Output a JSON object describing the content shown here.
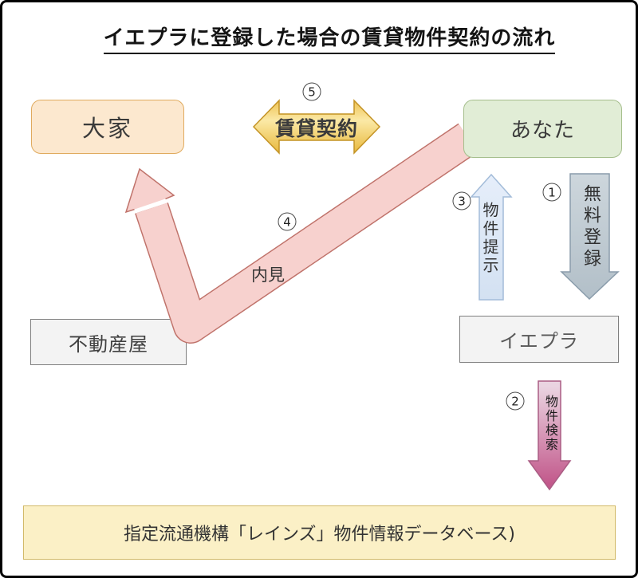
{
  "title": "イエプラに登録した場合の賃貸物件契約の流れ",
  "nodes": {
    "landlord": "大家",
    "you": "あなた",
    "realtor": "不動産屋",
    "iepla": "イエプラ",
    "database": "指定流通機構「レインズ」物件情報データベース)"
  },
  "steps": {
    "free_registration": {
      "number": "1",
      "label": "無料登録"
    },
    "property_search": {
      "number": "2",
      "label": "物件検索"
    },
    "property_suggestion": {
      "number": "3",
      "label": "物件提示"
    },
    "viewing": {
      "number": "4",
      "label": "内見"
    },
    "rental_contract": {
      "number": "5",
      "label": "賃貸契約"
    }
  },
  "colors": {
    "landlord_box_fill": "#fce8cf",
    "landlord_box_border": "#e0aa5e",
    "you_box_fill": "#e1edd6",
    "you_box_border": "#a5be8c",
    "gray_box_fill": "#f3f3f3",
    "gray_box_border": "#7f7f7f",
    "database_box_fill": "#fbf0c6",
    "database_box_border": "#d2ba69",
    "contract_arrow_fill": "#f5d06a",
    "registration_arrow_fill": "#c0ccd4",
    "suggestion_arrow_fill": "#dce8f7",
    "search_arrow_fill": "#c2588b",
    "viewing_arrow_fill": "#f7d1ce",
    "frame_border": "#000000"
  }
}
